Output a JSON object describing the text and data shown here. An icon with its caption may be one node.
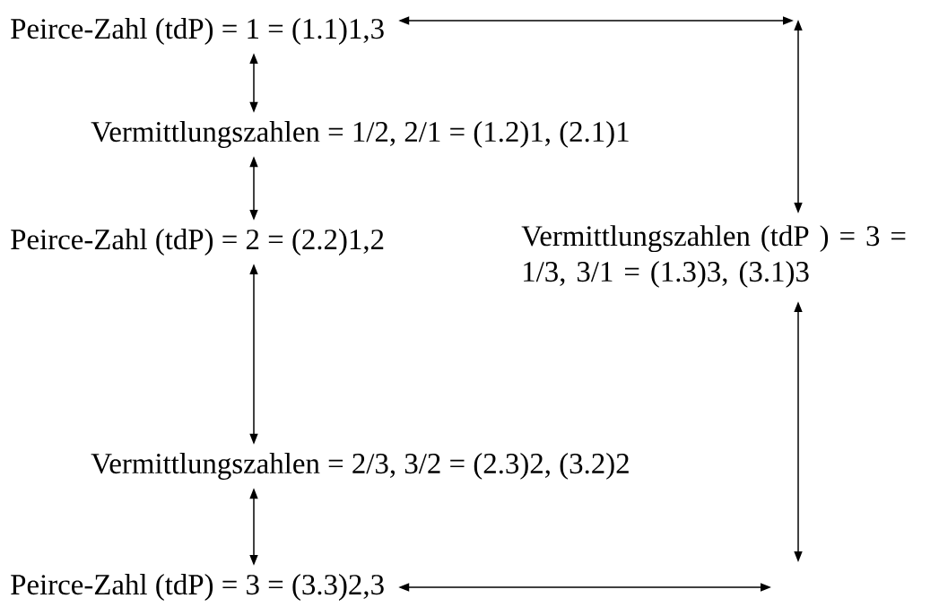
{
  "diagram": {
    "nodes": [
      {
        "text": [
          "Peirce-Zahl (tdP) = 1 = (1.1)1,3"
        ]
      },
      {
        "text": [
          "Vermittlungszahlen = 1/2, 2/1 = (1.2)1, (2.1)1"
        ]
      },
      {
        "text": [
          "Peirce-Zahl (tdP) = 2 = (2.2)1,2"
        ]
      },
      {
        "text": [
          "Vermittlungszahlen (tdP ) = 3 = 1/3, 3/1 = (1.3)3, (3.1)3"
        ]
      },
      {
        "text": [
          "Vermittlungszahlen = 2/3, 3/2 = (2.3)2, (3.2)2"
        ]
      },
      {
        "text": [
          "Peirce-Zahl (tdP) = 3 = (3.3)2,3"
        ]
      }
    ],
    "edges": [
      {
        "from": 0,
        "to": 1,
        "arrow": "both"
      },
      {
        "from": 1,
        "to": 2,
        "arrow": "both"
      },
      {
        "from": 2,
        "to": 4,
        "arrow": "both"
      },
      {
        "from": 4,
        "to": 5,
        "arrow": "both"
      },
      {
        "from": 0,
        "to": null,
        "arrow": "both"
      },
      {
        "from": null,
        "to": 3,
        "arrow": "both"
      },
      {
        "from": 3,
        "to": null,
        "arrow": "both"
      },
      {
        "from": 5,
        "to": null,
        "arrow": "both"
      }
    ]
  }
}
